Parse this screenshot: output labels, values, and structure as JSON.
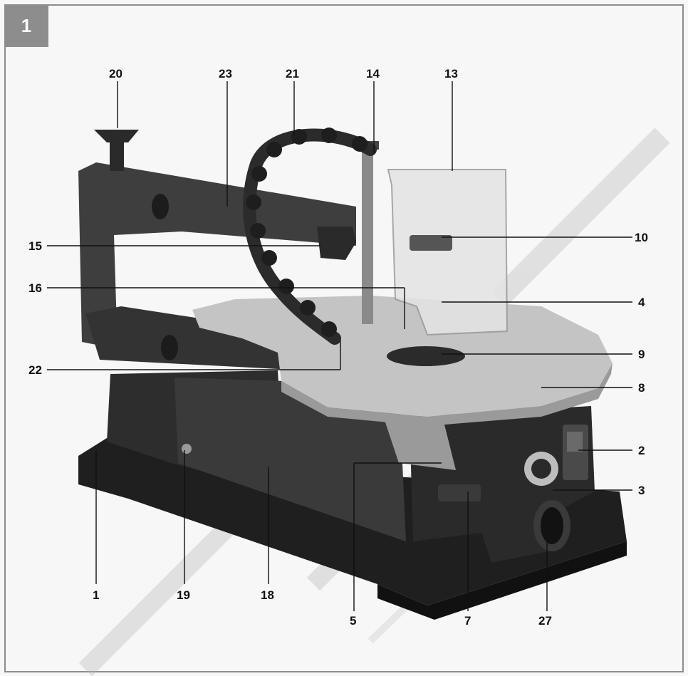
{
  "figure_number": "1",
  "callouts": {
    "c1": "1",
    "c2": "2",
    "c3": "3",
    "c4": "4",
    "c5": "5",
    "c7": "7",
    "c8": "8",
    "c9": "9",
    "c10": "10",
    "c13": "13",
    "c14": "14",
    "c15": "15",
    "c16": "16",
    "c18": "18",
    "c19": "19",
    "c20": "20",
    "c21": "21",
    "c22": "22",
    "c23": "23",
    "c27": "27"
  },
  "colors": {
    "frame": "#8d8d8d",
    "machine_dark": "#3a3a3a",
    "table": "#c4c4c4",
    "hose": "#2b2b2b",
    "guard": "#e4e4e4",
    "watermark": "#b5b5b5"
  }
}
